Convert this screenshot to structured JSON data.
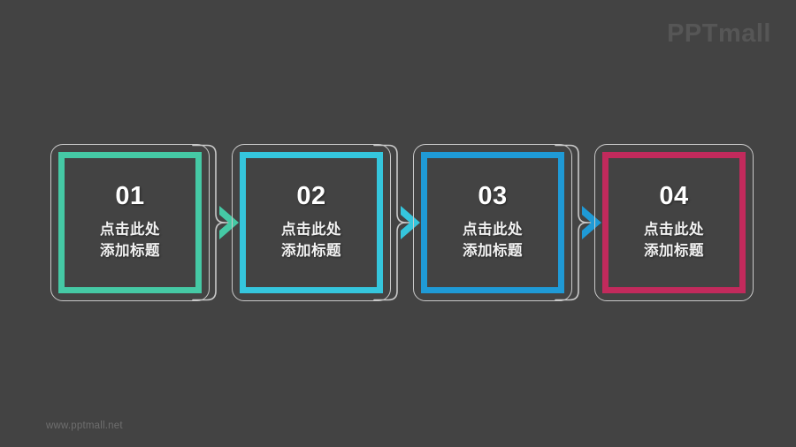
{
  "slide": {
    "background_color": "#434343",
    "logo_text": "PPTmall",
    "footer_url": "www.pptmall.net"
  },
  "diagram": {
    "type": "process-flow",
    "steps": [
      {
        "number": "01",
        "title": "点击此处\n添加标题",
        "accent_color": "#45c9a5",
        "outline_color": "#c9c9c9"
      },
      {
        "number": "02",
        "title": "点击此处\n添加标题",
        "accent_color": "#35c6dd",
        "outline_color": "#c9c9c9"
      },
      {
        "number": "03",
        "title": "点击此处\n添加标题",
        "accent_color": "#1f9ad6",
        "outline_color": "#c9c9c9"
      },
      {
        "number": "04",
        "title": "点击此处\n添加标题",
        "accent_color": "#c22a5c",
        "outline_color": "#c9c9c9"
      }
    ],
    "connectors": [
      {
        "arrow_color": "#45c9a5",
        "line_color": "#c9c9c9"
      },
      {
        "arrow_color": "#35c6dd",
        "line_color": "#c9c9c9"
      },
      {
        "arrow_color": "#1f9ad6",
        "line_color": "#c9c9c9"
      }
    ]
  }
}
